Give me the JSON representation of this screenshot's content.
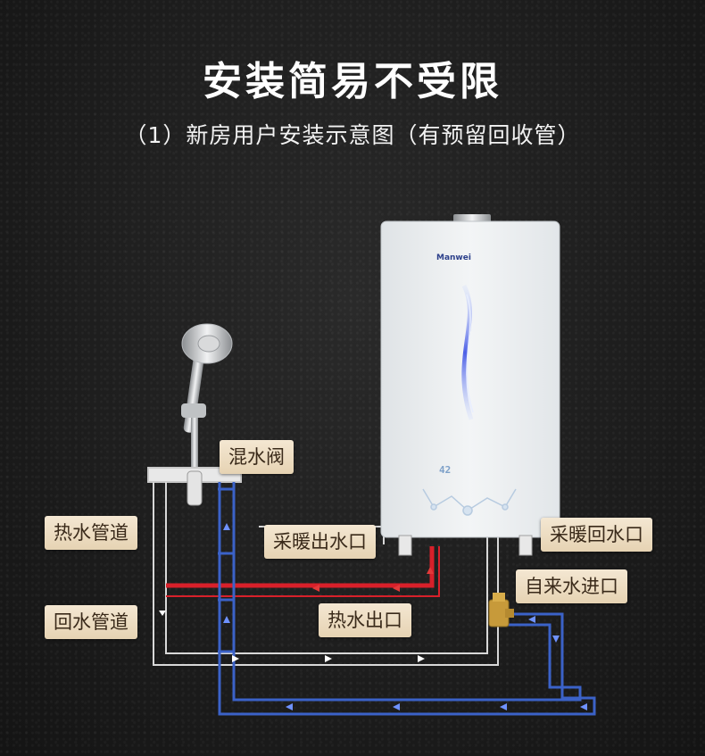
{
  "header": {
    "title": "安装简易不受限",
    "subtitle": "（1）新房用户安装示意图（有预留回收管）"
  },
  "heater": {
    "brand": "Manwei",
    "display_value": "42"
  },
  "labels": {
    "mixing_valve": "混水阀",
    "hot_water_pipe": "热水管道",
    "return_water_pipe": "回水管道",
    "heating_outlet": "采暖出水口",
    "heating_return": "采暖回水口",
    "tap_water_inlet": "自来水进口",
    "hot_water_outlet": "热水出口"
  },
  "colors": {
    "hot_pipe": "#d8202a",
    "cold_pipe": "#3b62c8",
    "label_bg": "#efe0c6",
    "background": "#1e1e1e"
  }
}
